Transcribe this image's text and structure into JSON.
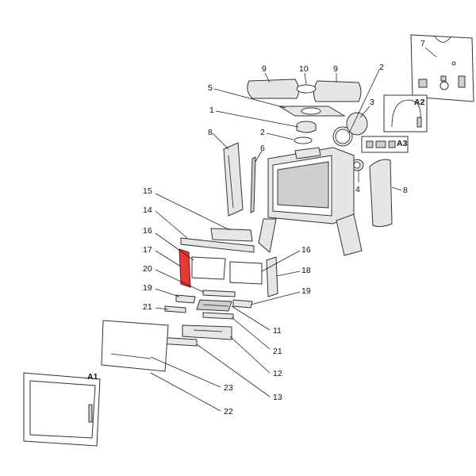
{
  "callouts": [
    {
      "id": "7",
      "text": "7"
    },
    {
      "id": "9a",
      "text": "9"
    },
    {
      "id": "10",
      "text": "10"
    },
    {
      "id": "9b",
      "text": "9"
    },
    {
      "id": "2a",
      "text": "2"
    },
    {
      "id": "5",
      "text": "5"
    },
    {
      "id": "3",
      "text": "3"
    },
    {
      "id": "A2",
      "text": "A2"
    },
    {
      "id": "1",
      "text": "1"
    },
    {
      "id": "2b",
      "text": "2"
    },
    {
      "id": "8a",
      "text": "8"
    },
    {
      "id": "6",
      "text": "6"
    },
    {
      "id": "A3",
      "text": "A3"
    },
    {
      "id": "4",
      "text": "4"
    },
    {
      "id": "8b",
      "text": "8"
    },
    {
      "id": "15",
      "text": "15"
    },
    {
      "id": "14",
      "text": "14"
    },
    {
      "id": "16a",
      "text": "16"
    },
    {
      "id": "16b",
      "text": "16"
    },
    {
      "id": "17",
      "text": "17"
    },
    {
      "id": "20",
      "text": "20"
    },
    {
      "id": "18",
      "text": "18"
    },
    {
      "id": "19a",
      "text": "19"
    },
    {
      "id": "19b",
      "text": "19"
    },
    {
      "id": "21a",
      "text": "21"
    },
    {
      "id": "11",
      "text": "11"
    },
    {
      "id": "21b",
      "text": "21"
    },
    {
      "id": "12",
      "text": "12"
    },
    {
      "id": "A1",
      "text": "A1"
    },
    {
      "id": "23",
      "text": "23"
    },
    {
      "id": "13",
      "text": "13"
    },
    {
      "id": "22",
      "text": "22"
    }
  ],
  "colors": {
    "highlight": "#e53935",
    "line": "#333333"
  }
}
